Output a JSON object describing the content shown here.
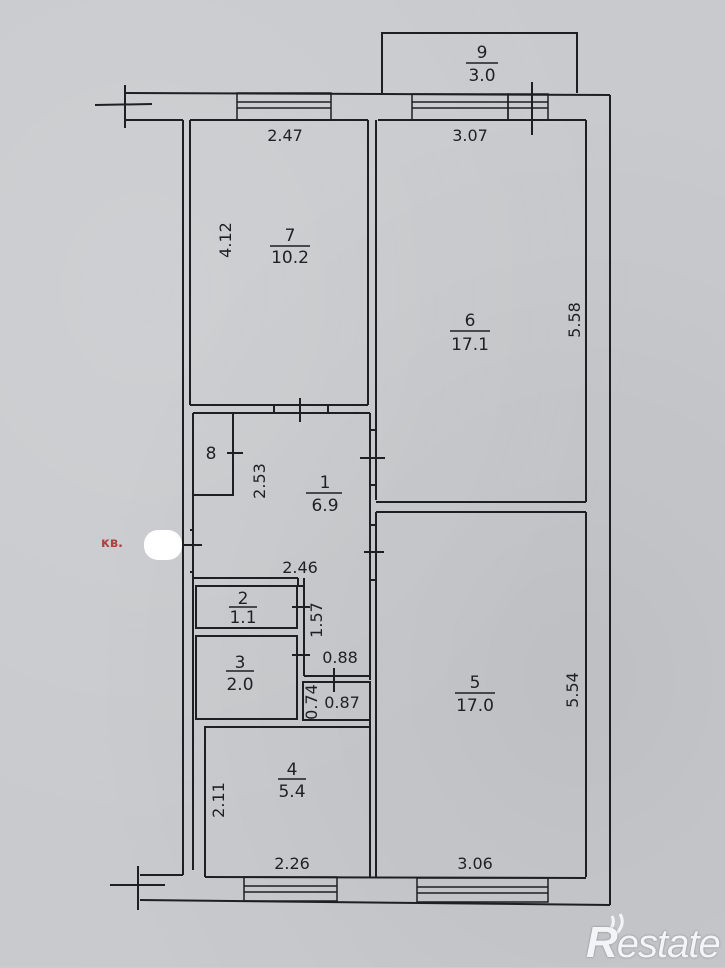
{
  "plan": {
    "apartment_label": "кв.",
    "rooms": [
      {
        "number": "1",
        "area": "6.9"
      },
      {
        "number": "2",
        "area": "1.1"
      },
      {
        "number": "3",
        "area": "2.0"
      },
      {
        "number": "4",
        "area": "5.4"
      },
      {
        "number": "5",
        "area": "17.0"
      },
      {
        "number": "6",
        "area": "17.1"
      },
      {
        "number": "7",
        "area": "10.2"
      },
      {
        "number": "8",
        "area": ""
      },
      {
        "number": "9",
        "area": "3.0"
      }
    ],
    "dimensions": {
      "room7_width": "2.47",
      "room7_length": "4.12",
      "room6_width": "3.07",
      "room6_length": "5.58",
      "room1_length": "2.53",
      "room1_width": "2.46",
      "room2_3_length": "1.57",
      "passage_width_top": "0.88",
      "passage_width_bottom": "0.87",
      "passage_length": "0.74",
      "room4_length": "2.11",
      "room4_width": "2.26",
      "room5_length": "5.54",
      "room5_width": "3.06"
    }
  },
  "watermark": {
    "brand_first": "R",
    "brand_rest": "estate"
  }
}
